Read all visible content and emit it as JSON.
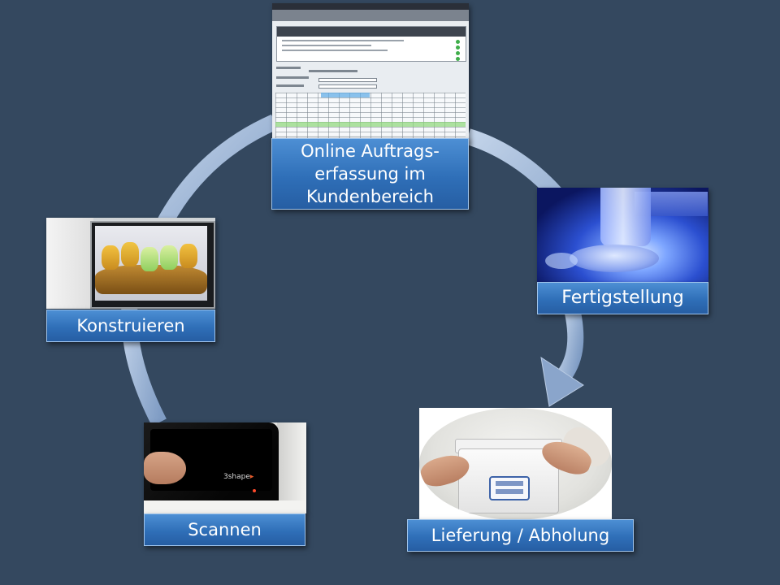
{
  "diagram": {
    "steps": [
      {
        "id": "auftrag",
        "label": "Online Auftrags-erfassung im Kundenbereich",
        "lines": [
          "Online Auftrags-",
          "erfassung im",
          "Kundenbereich"
        ],
        "image": "order-form-screenshot"
      },
      {
        "id": "fertig",
        "label": "Fertigstellung",
        "image": "milling-machine-photo"
      },
      {
        "id": "liefer",
        "label": "Lieferung / Abholung",
        "image": "delivery-box-photo"
      },
      {
        "id": "scan",
        "label": "Scannen",
        "image": "dental-scanner-photo"
      },
      {
        "id": "konstr",
        "label": "Konstruieren",
        "image": "cad-design-photo"
      }
    ],
    "cycle_direction": "clockwise",
    "colors": {
      "background": "#34485f",
      "arrow": "#9fb8d6",
      "label_fill": "#2f6fb8",
      "label_border": "#9fc4ec",
      "label_text": "#ffffff"
    },
    "icons": [
      "cycle-arrow-icon"
    ]
  }
}
